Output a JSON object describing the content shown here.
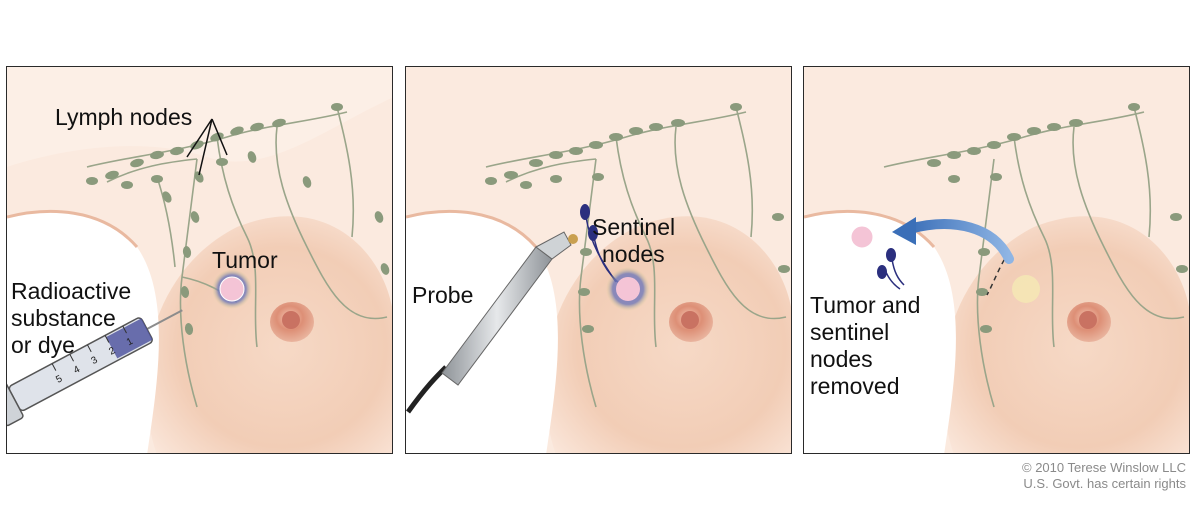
{
  "panels": [
    {
      "labels": {
        "lymph_nodes": "Lymph nodes",
        "tumor": "Tumor",
        "injection": [
          "Radioactive",
          "substance",
          "or dye"
        ]
      },
      "syringe_markings": [
        "1",
        "2",
        "3",
        "4",
        "5"
      ]
    },
    {
      "labels": {
        "probe": "Probe",
        "sentinel": [
          "Sentinel",
          "nodes"
        ]
      }
    },
    {
      "labels": {
        "removed": [
          "Tumor and",
          "sentinel",
          "nodes",
          "removed"
        ]
      }
    }
  ],
  "copyright": {
    "line1": "© 2010 Terese Winslow LLC",
    "line2": "U.S. Govt. has certain rights"
  },
  "colors": {
    "skin_light": "#fbe9de",
    "skin_mid": "#f3cdb6",
    "skin_dark": "#e7ae92",
    "lymph_node": "#8a9a7c",
    "lymph_vessel": "#9aa58a",
    "tumor": "#f4c4d6",
    "tumor_halo": "#6a6fb5",
    "sentinel_node": "#2b2f7e",
    "arrow": "#4f86c6",
    "probe": "#b9bec2",
    "nipple": "#d98870"
  }
}
